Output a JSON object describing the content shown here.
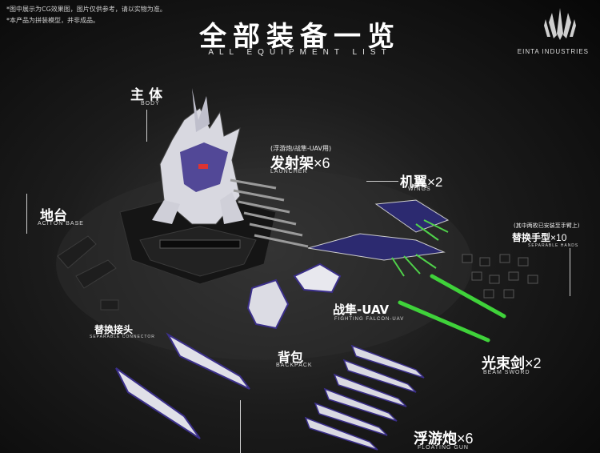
{
  "notes": [
    "*图中展示为CG效果图，图片仅供参考，请以实物为准。",
    "*本产品为拼装模型，并非成品。"
  ],
  "header": {
    "title": "全部装备一览",
    "subtitle": "ALL EQUIPMENT LIST",
    "brand": "EINTA INDUSTRIES"
  },
  "labels": {
    "body": {
      "cn": "主体",
      "en": "BODY"
    },
    "launcher": {
      "note": "(浮游炮/战隼-UAV用)",
      "cn": "发射架",
      "qty": "×6",
      "en": "LAUNCHER"
    },
    "wings": {
      "cn": "机翼",
      "qty": "×2",
      "en": "WINGS"
    },
    "hands": {
      "note": "(其中两枚已安装至手臂上)",
      "cn": "替换手型",
      "qty": "×10",
      "en": "SEPARABLE HANDS"
    },
    "base": {
      "cn": "地台",
      "en": "ACITON BASE"
    },
    "connector": {
      "cn": "替换接头",
      "en": "SEPARABLE CONNECTOR"
    },
    "uav": {
      "cn": "战隼-UAV",
      "en": "FIGHTING FALCON-UAV"
    },
    "backpack": {
      "cn": "背包",
      "en": "BACKPACK"
    },
    "sword": {
      "cn": "光束剑",
      "qty": "×2",
      "en": "BEAM SWORD"
    },
    "gun": {
      "cn": "浮游炮",
      "qty": "×6",
      "en": "FLOATING GUN"
    }
  },
  "colors": {
    "accent_green": "#3fd23a",
    "armor_purple": "#3b2f8a",
    "armor_white": "#e9e9ee"
  }
}
